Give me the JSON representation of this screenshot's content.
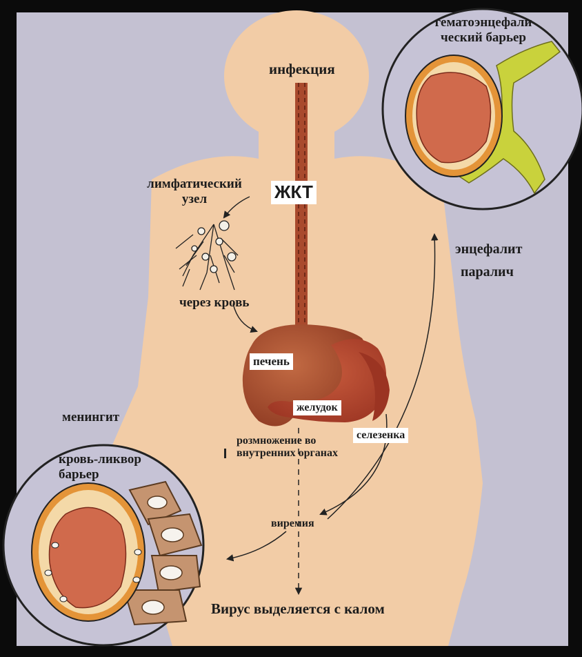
{
  "labels": {
    "infection": "инфекция",
    "gkt": "ЖКТ",
    "lymph_node_line1": "лимфатический",
    "lymph_node_line2": "узел",
    "via_blood": "через кровь",
    "liver": "печень",
    "stomach": "желудок",
    "spleen": "селезенка",
    "replication_line1": "розмножение во",
    "replication_line2": "внутренних органах",
    "viremia": "виремия",
    "virus_shed": "Вирус выделяется с калом",
    "meningitis": "менингит",
    "bcsf_barrier_line1": "кровь-ликвор",
    "bcsf_barrier_line2": "барьер",
    "bbb_line1": "гематоэнцефали",
    "bbb_line2": "ческий барьер",
    "encephalitis": "энцефалит",
    "paralysis": "паралич"
  },
  "colors": {
    "frame": "#0b0b0b",
    "panel": "#c4c1d2",
    "body": "#f2cca6",
    "organ": "#a54e2e",
    "vessel_fill": "#d06a4c",
    "vessel_ring": "#e49438",
    "glia": "#c9d23c",
    "cells": "#c59470"
  }
}
